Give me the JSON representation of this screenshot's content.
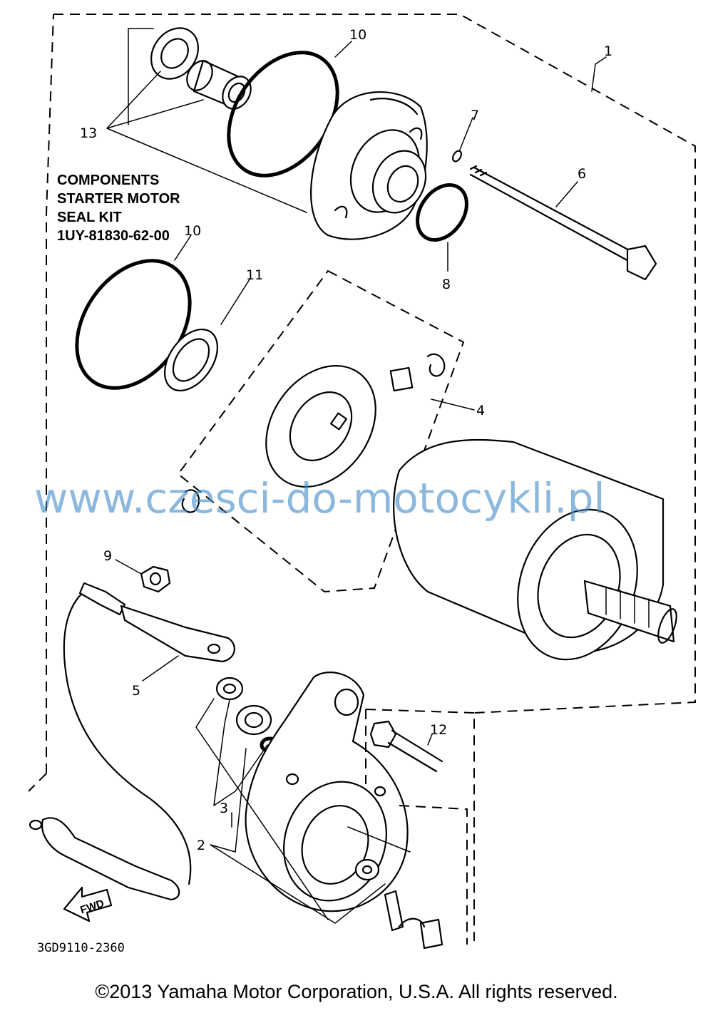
{
  "components_note": {
    "line1": "COMPONENTS",
    "line2": "STARTER MOTOR",
    "line3": "SEAL KIT",
    "line4": "1UY-81830-62-00"
  },
  "callouts": {
    "c1": "1",
    "c2": "2",
    "c3": "3",
    "c4": "4",
    "c5": "5",
    "c6": "6",
    "c7": "7",
    "c8": "8",
    "c9": "9",
    "c10a": "10",
    "c10b": "10",
    "c11": "11",
    "c12": "12",
    "c13": "13"
  },
  "fwd_label": "FWD",
  "figure_code": "3GD9110-2360",
  "watermark": "www.czesci-do-motocykli.pl",
  "copyright": "©2013 Yamaha Motor Corporation, U.S.A. All rights reserved."
}
